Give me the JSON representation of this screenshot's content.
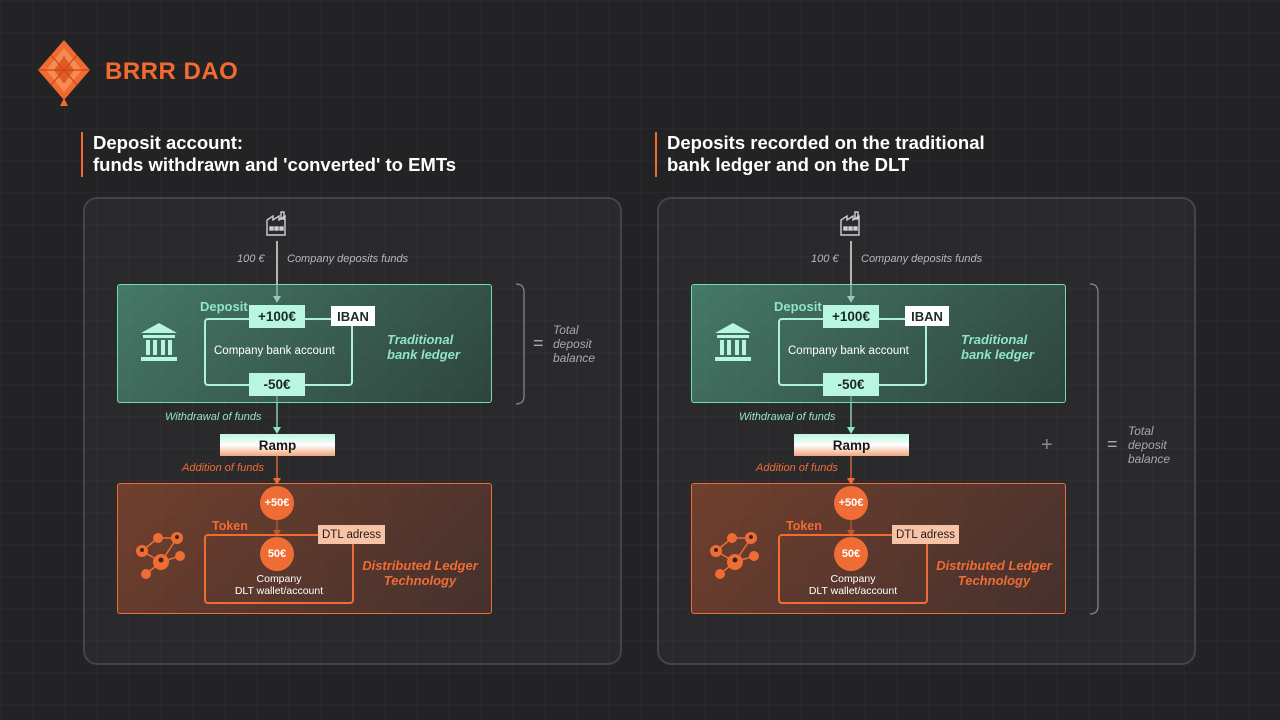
{
  "brand": {
    "name": "BRRR DAO"
  },
  "colors": {
    "accent": "#f26a2e",
    "green": "#8fe6c5",
    "background": "#232326"
  },
  "panels": [
    {
      "title_line1": "Deposit account:",
      "title_line2": "funds withdrawn and 'converted' to EMTs",
      "deposit_amount": "100 €",
      "deposit_caption": "Company deposits funds",
      "deposit_label": "Deposit",
      "plus_amount": "+100€",
      "iban": "IBAN",
      "account_name": "Company bank account",
      "minus_amount": "-50€",
      "ledger_line1": "Traditional",
      "ledger_line2": "bank ledger",
      "withdrawal": "Withdrawal of funds",
      "ramp": "Ramp",
      "addition": "Addition of funds",
      "plus_token": "+50€",
      "token_label": "Token",
      "dtl_address": "DTL adress",
      "token_balance": "50€",
      "wallet_line1": "Company",
      "wallet_line2": "DLT wallet/account",
      "dlt_line1": "Distributed Ledger",
      "dlt_line2": "Technology",
      "total_line1": "Total",
      "total_line2": "deposit",
      "total_line3": "balance",
      "icons": [
        "factory-icon",
        "bank-icon",
        "network-icon"
      ]
    },
    {
      "title_line1": "Deposits recorded on the traditional",
      "title_line2": "bank ledger and on the DLT",
      "deposit_amount": "100 €",
      "deposit_caption": "Company deposits funds",
      "deposit_label": "Deposit",
      "plus_amount": "+100€",
      "iban": "IBAN",
      "account_name": "Company bank account",
      "minus_amount": "-50€",
      "ledger_line1": "Traditional",
      "ledger_line2": "bank ledger",
      "withdrawal": "Withdrawal of funds",
      "ramp": "Ramp",
      "addition": "Addition of funds",
      "plus_token": "+50€",
      "token_label": "Token",
      "dtl_address": "DTL adress",
      "token_balance": "50€",
      "wallet_line1": "Company",
      "wallet_line2": "DLT wallet/account",
      "dlt_line1": "Distributed Ledger",
      "dlt_line2": "Technology",
      "plus_sign": "+",
      "total_line1": "Total",
      "total_line2": "deposit",
      "total_line3": "balance",
      "icons": [
        "factory-icon",
        "bank-icon",
        "network-icon"
      ]
    }
  ]
}
